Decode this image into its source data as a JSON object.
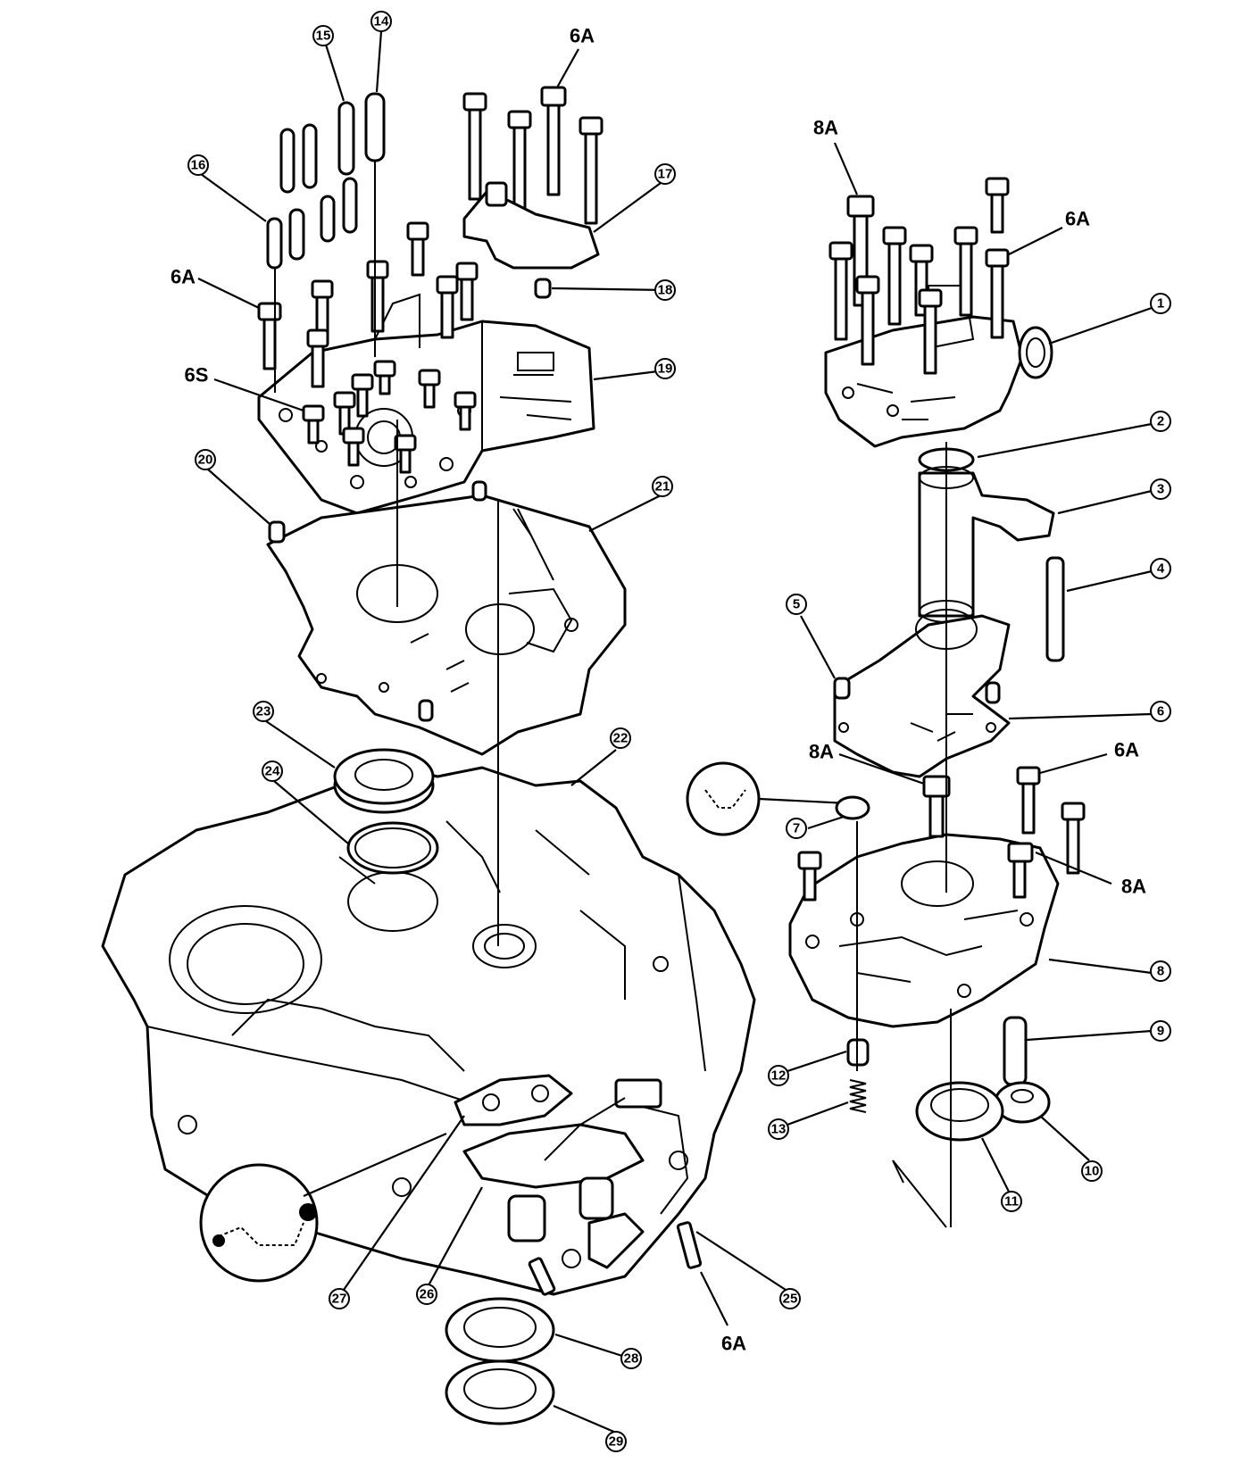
{
  "callouts": [
    {
      "id": "1",
      "label": "1"
    },
    {
      "id": "2",
      "label": "2"
    },
    {
      "id": "3",
      "label": "3"
    },
    {
      "id": "4",
      "label": "4"
    },
    {
      "id": "5",
      "label": "5"
    },
    {
      "id": "6",
      "label": "6"
    },
    {
      "id": "7",
      "label": "7"
    },
    {
      "id": "8",
      "label": "8"
    },
    {
      "id": "9",
      "label": "9"
    },
    {
      "id": "10",
      "label": "10"
    },
    {
      "id": "11",
      "label": "11"
    },
    {
      "id": "12",
      "label": "12"
    },
    {
      "id": "13",
      "label": "13"
    },
    {
      "id": "14",
      "label": "14"
    },
    {
      "id": "15",
      "label": "15"
    },
    {
      "id": "16",
      "label": "16"
    },
    {
      "id": "17",
      "label": "17"
    },
    {
      "id": "18",
      "label": "18"
    },
    {
      "id": "19",
      "label": "19"
    },
    {
      "id": "20",
      "label": "20"
    },
    {
      "id": "21",
      "label": "21"
    },
    {
      "id": "22",
      "label": "22"
    },
    {
      "id": "23",
      "label": "23"
    },
    {
      "id": "24",
      "label": "24"
    },
    {
      "id": "25",
      "label": "25"
    },
    {
      "id": "26",
      "label": "26"
    },
    {
      "id": "27",
      "label": "27"
    },
    {
      "id": "28",
      "label": "28"
    },
    {
      "id": "29",
      "label": "29"
    }
  ],
  "torque_labels": [
    {
      "id": "t1",
      "text": "6A"
    },
    {
      "id": "t2",
      "text": "6A"
    },
    {
      "id": "t3",
      "text": "6S"
    },
    {
      "id": "t4",
      "text": "8A"
    },
    {
      "id": "t5",
      "text": "6A"
    },
    {
      "id": "t6",
      "text": "8A"
    },
    {
      "id": "t7",
      "text": "6A"
    },
    {
      "id": "t8",
      "text": "8A"
    },
    {
      "id": "t9",
      "text": "6A"
    }
  ]
}
